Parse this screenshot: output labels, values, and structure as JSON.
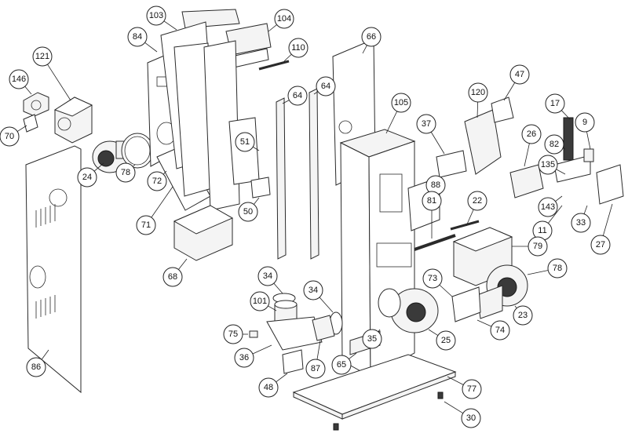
{
  "callouts": [
    {
      "id": "c103",
      "label": "103"
    },
    {
      "id": "c104",
      "label": "104"
    },
    {
      "id": "c84",
      "label": "84"
    },
    {
      "id": "c110",
      "label": "110"
    },
    {
      "id": "c66",
      "label": "66"
    },
    {
      "id": "c121",
      "label": "121"
    },
    {
      "id": "c146",
      "label": "146"
    },
    {
      "id": "c70",
      "label": "70"
    },
    {
      "id": "c64a",
      "label": "64"
    },
    {
      "id": "c64b",
      "label": "64"
    },
    {
      "id": "c105",
      "label": "105"
    },
    {
      "id": "c47",
      "label": "47"
    },
    {
      "id": "c120",
      "label": "120"
    },
    {
      "id": "c17",
      "label": "17"
    },
    {
      "id": "c9",
      "label": "9"
    },
    {
      "id": "c37",
      "label": "37"
    },
    {
      "id": "c26",
      "label": "26"
    },
    {
      "id": "c82",
      "label": "82"
    },
    {
      "id": "c51",
      "label": "51"
    },
    {
      "id": "c24",
      "label": "24"
    },
    {
      "id": "c78a",
      "label": "78"
    },
    {
      "id": "c72",
      "label": "72"
    },
    {
      "id": "c135",
      "label": "135"
    },
    {
      "id": "c88",
      "label": "88"
    },
    {
      "id": "c50",
      "label": "50"
    },
    {
      "id": "c71",
      "label": "71"
    },
    {
      "id": "c81",
      "label": "81"
    },
    {
      "id": "c22",
      "label": "22"
    },
    {
      "id": "c143",
      "label": "143"
    },
    {
      "id": "c11",
      "label": "11"
    },
    {
      "id": "c33",
      "label": "33"
    },
    {
      "id": "c27",
      "label": "27"
    },
    {
      "id": "c79",
      "label": "79"
    },
    {
      "id": "c68",
      "label": "68"
    },
    {
      "id": "c78b",
      "label": "78"
    },
    {
      "id": "c34a",
      "label": "34"
    },
    {
      "id": "c34b",
      "label": "34"
    },
    {
      "id": "c73",
      "label": "73"
    },
    {
      "id": "c101",
      "label": "101"
    },
    {
      "id": "c23",
      "label": "23"
    },
    {
      "id": "c74",
      "label": "74"
    },
    {
      "id": "c75",
      "label": "75"
    },
    {
      "id": "c35",
      "label": "35"
    },
    {
      "id": "c25",
      "label": "25"
    },
    {
      "id": "c36",
      "label": "36"
    },
    {
      "id": "c86",
      "label": "86"
    },
    {
      "id": "c87",
      "label": "87"
    },
    {
      "id": "c65",
      "label": "65"
    },
    {
      "id": "c48",
      "label": "48"
    },
    {
      "id": "c77",
      "label": "77"
    },
    {
      "id": "c30",
      "label": "30"
    }
  ]
}
